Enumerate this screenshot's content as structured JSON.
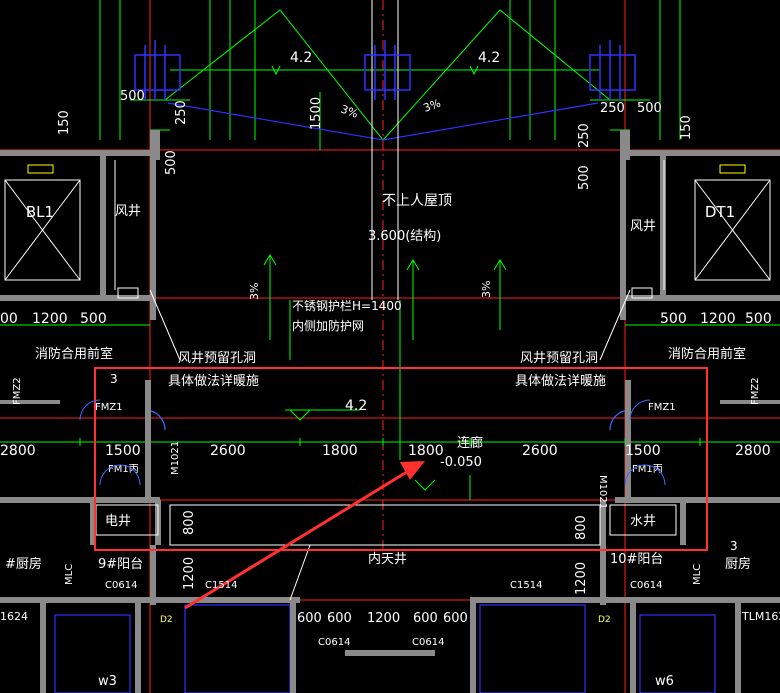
{
  "labels": {
    "elevator_left": "BL1",
    "elevator_right": "DT1",
    "shaft_left": "风井",
    "shaft_right": "风井",
    "roof_note": "不上人屋顶",
    "elevation_struct": "3.600(结构)",
    "railing_note1": "不锈钢护栏H=1400",
    "railing_note2": "内侧加防护网",
    "front_room_left": "消防合用前室",
    "front_room_right": "消防合用前室",
    "shaft_hole_left1": "风井预留孔洞",
    "shaft_hole_left2": "具体做法详暖施",
    "shaft_hole_right1": "风井预留孔洞",
    "shaft_hole_right2": "具体做法详暖施",
    "corridor": "连廊",
    "corridor_elev": "-0.050",
    "elec_shaft": "电井",
    "water_shaft": "水井",
    "kitchen_left": "#厨房",
    "kitchen_right": "厨房",
    "kitchen_right_num": "3",
    "balcony_left": "9#阳台",
    "balcony_right": "10#阳台",
    "courtyard": "内天井",
    "num_3": "3",
    "w3": "w3",
    "w6": "w6"
  },
  "dimensions": {
    "slope_left": "4.2",
    "slope_right": "4.2",
    "slope_mid": "4.2",
    "d500_l": "500",
    "d250_l": "250",
    "d150_l": "150",
    "d1500_v": "1500",
    "d500_v": "500",
    "pct_3a": "3%",
    "pct_3b": "3%",
    "pct_3c": "3%",
    "pct_3d": "3%",
    "d250_r": "250",
    "d500_r": "500",
    "d500_rv": "500",
    "d250_rv": "250",
    "d150_r": "150",
    "row1_l": [
      "00",
      "1200",
      "500"
    ],
    "row1_r": [
      "500",
      "1200",
      "500"
    ],
    "row2": [
      "2800",
      "1500",
      "2600",
      "1800",
      "1800",
      "2600",
      "1500",
      "2800"
    ],
    "d800_l": "800",
    "d800_r": "800",
    "d1200_l": "1200",
    "d1200_r": "1200",
    "bottom_row": [
      "600",
      "600",
      "1200",
      "600",
      "600"
    ],
    "tlm": "TLM162",
    "n1624": "1624"
  },
  "door_codes": {
    "fmz1_l": "FMZ1",
    "fmz1_r": "FMZ1",
    "fmz2_l": "FMZ2",
    "fmz2_r": "FMZ2",
    "fm1_l": "FM1丙",
    "fm1_r": "FM1丙",
    "m1021_l": "M1021",
    "m1021_r": "M1021",
    "c0614_l": "C0614",
    "c0614_r": "C0614",
    "c1514_l": "C1514",
    "c1514_r": "C1514",
    "c0614_b1": "C0614",
    "c0614_b2": "C0614",
    "mlc_l": "MLC",
    "mlc_r": "MLC",
    "d2_l": "D2",
    "d2_r": "D2"
  },
  "colors": {
    "background": "#000000",
    "wall": "#8a8a8a",
    "dim_green": "#00ff00",
    "axis_red": "#ff2020",
    "blue": "#2020ff",
    "yellow": "#ffff00",
    "annotation_red": "#ff3030"
  }
}
